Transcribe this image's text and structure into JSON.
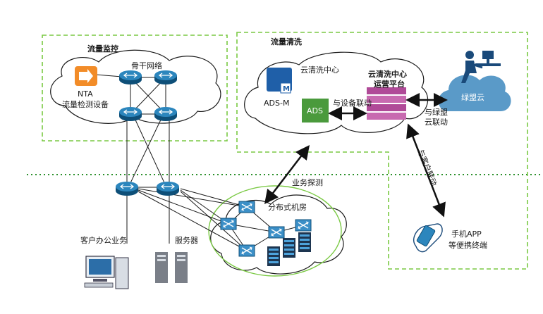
{
  "regions": {
    "traffic_monitor": "流量监控",
    "traffic_cleaning": "流量清洗"
  },
  "nodes": {
    "backbone": "骨干网络",
    "nta_icon_text": "NTA",
    "nta_line2": "流量检测设备",
    "cloud_center": "云清洗中心",
    "ads_m": "ADS-M",
    "ads": "ADS",
    "platform_line1": "云清洗中心",
    "platform_line2": "运营平台",
    "green_cloud": "绿盟云",
    "distributed_room": "分布式机房",
    "customer_office": "客户办公业务",
    "server": "服务器",
    "mobile_line1": "手机APP",
    "mobile_line2": "等便携终端"
  },
  "links": {
    "device_link": "与设备联动",
    "green_link_line1": "与绿盟",
    "green_link_line2": "云联动",
    "biz_probe": "业务探测",
    "customer_link": "与客户联动"
  },
  "colors": {
    "region_border": "#7ac943",
    "router_fill": "#1a6a9c",
    "ads_green": "#4a9a3c",
    "platform_purple": "#8a2a7a",
    "cloud_blue": "#5a9ac8"
  }
}
